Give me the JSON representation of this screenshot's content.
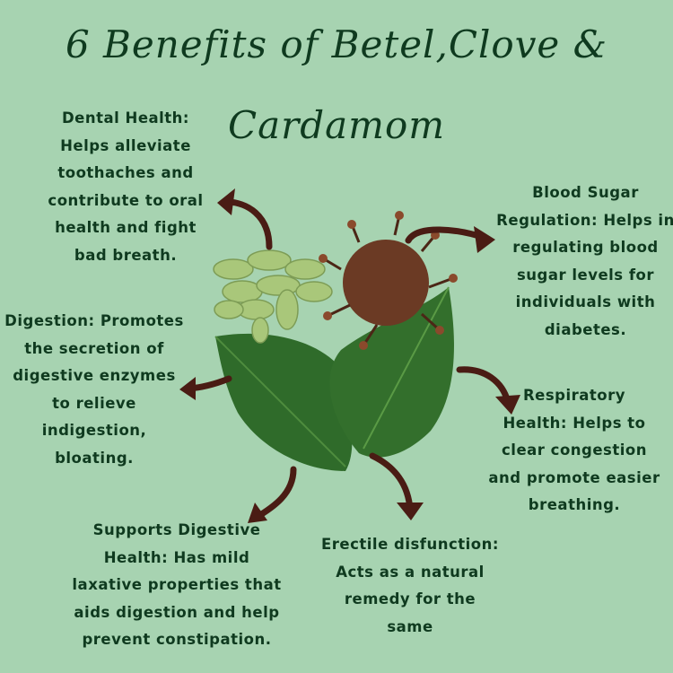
{
  "title": {
    "line1": "6 Benefits of Betel,Clove &",
    "line2": "Cardamom"
  },
  "benefits": [
    {
      "id": "dental",
      "lines": [
        "Dental Health:",
        "Helps alleviate",
        "toothaches and",
        "contribute to oral",
        "health and fight",
        "bad breath."
      ]
    },
    {
      "id": "blood-sugar",
      "lines": [
        "Blood Sugar",
        "Regulation: Helps in",
        "regulating blood",
        "sugar levels for",
        "individuals with",
        "diabetes."
      ]
    },
    {
      "id": "digestion",
      "lines": [
        "Digestion: Promotes",
        "the secretion of",
        "digestive enzymes",
        "to relieve",
        "indigestion, bloating."
      ]
    },
    {
      "id": "respiratory",
      "lines": [
        "Respiratory",
        "Health: Helps to",
        "clear congestion",
        "and promote easier",
        "breathing."
      ]
    },
    {
      "id": "digestive-health",
      "lines": [
        "Supports Digestive",
        "Health: Has mild",
        "laxative properties that",
        "aids digestion and help",
        "prevent constipation."
      ]
    },
    {
      "id": "erectile",
      "lines": [
        "Erectile disfunction:",
        "Acts as a natural",
        "remedy for the",
        "same"
      ]
    }
  ],
  "colors": {
    "background": "#a7d3b1",
    "text": "#0f3a1f",
    "arrow": "#4a1c14",
    "leaf": "#2f6b2a",
    "cardamom": "#a9c77a",
    "clove": "#6b3a24"
  }
}
